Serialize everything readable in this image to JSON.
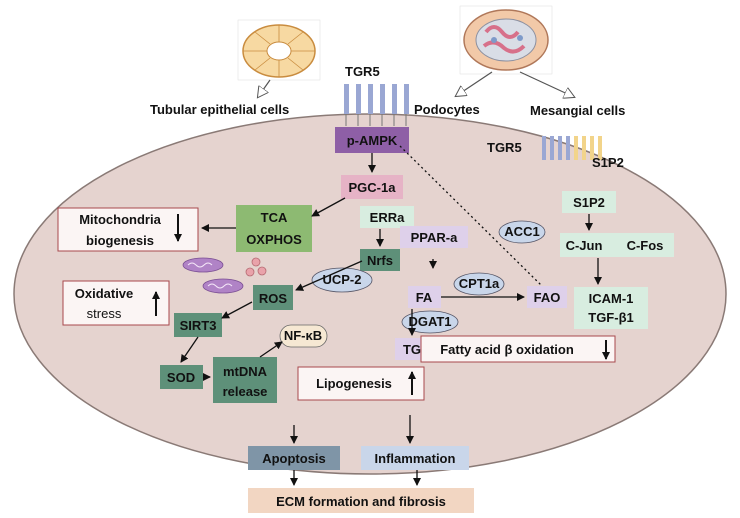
{
  "labels": {
    "tubular": "Tubular epithelial cells",
    "podocytes": "Podocytes",
    "mesangial": "Mesangial cells",
    "tgr5_top": "TGR5",
    "tgr5_side": "TGR5",
    "s1p2_side": "S1P2"
  },
  "nodes": {
    "pampk": "p-AMPK",
    "pgc": "PGC-1a",
    "tca": "TCA",
    "oxphos": "OXPHOS",
    "erra": "ERRa",
    "nrfs": "Nrfs",
    "ppara": "PPAR-a",
    "acc1": "ACC1",
    "s1p2": "S1P2",
    "cjun": "C-Jun",
    "cfos": "C-Fos",
    "icam": "ICAM-1",
    "tgfb": "TGF-β1",
    "mito_line1": "Mitochondria",
    "mito_line2": "biogenesis",
    "ucp2": "UCP-2",
    "ros": "ROS",
    "ox_line1": "Oxidative",
    "ox_line2": "stress",
    "sirt3": "SIRT3",
    "sod": "SOD",
    "mtdna_line1": "mtDNA",
    "mtdna_line2": "release",
    "nfkb": "NF-κB",
    "fa": "FA",
    "cpt1a": "CPT1a",
    "fao": "FAO",
    "dgat1": "DGAT1",
    "tg": "TG",
    "fatty": "Fatty acid β oxidation",
    "lipo": "Lipogenesis",
    "apoptosis": "Apoptosis",
    "inflammation": "Inflammation",
    "ecm": "ECM formation and fibrosis"
  },
  "colors": {
    "cell_fill": "#e5d3cf",
    "cell_stroke": "#8a7a76",
    "ampk_purple": "#8e5fa6",
    "pgc_pink": "#e6b3c6",
    "green": "#8dba72",
    "mint": "#d8ede0",
    "lilac": "#ded0ea",
    "teal": "#5e9079",
    "oval_blue": "#c9d6ea",
    "slate": "#7f95a7",
    "peach": "#f2d6c2",
    "red_outline": "#a8484c",
    "receptor_blue": "#9aa7d3",
    "receptor_yellow": "#f2d48a"
  }
}
